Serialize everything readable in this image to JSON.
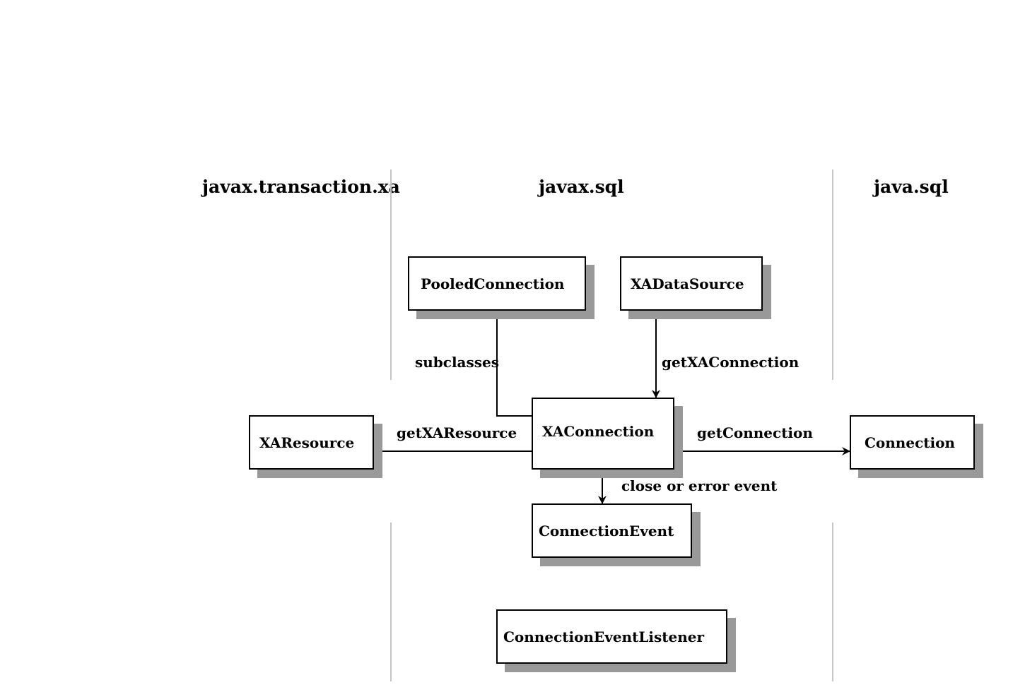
{
  "packages": {
    "transaction_xa": "javax.transaction.xa",
    "sql_ext": "javax.sql",
    "sql_core": "java.sql"
  },
  "classes": {
    "pooled_connection": "PooledConnection",
    "xa_data_source": "XADataSource",
    "xa_connection": "XAConnection",
    "xa_resource": "XAResource",
    "connection": "Connection",
    "connection_event": "ConnectionEvent",
    "connection_event_listener": "ConnectionEventListener"
  },
  "relations": {
    "subclasses": "subclasses",
    "get_xa_connection": "getXAConnection",
    "get_xa_resource": "getXAResource",
    "get_connection": "getConnection",
    "close_or_error_event": "close or error event"
  },
  "colors": {
    "box_shadow": "#999999",
    "separator": "#c6c6c6",
    "stroke": "#000000"
  }
}
